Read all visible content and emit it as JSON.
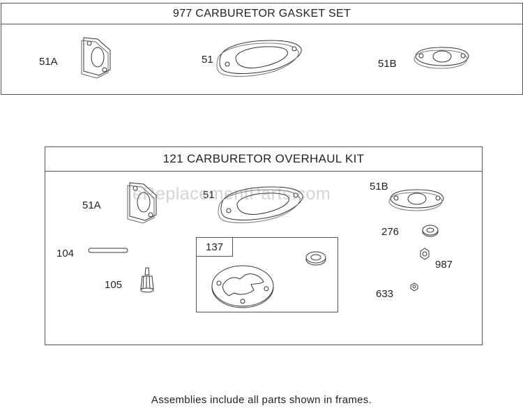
{
  "frames": {
    "gasket_set": {
      "title": "977 CARBURETOR GASKET SET"
    },
    "overhaul_kit": {
      "title": "121 CARBURETOR OVERHAUL KIT"
    },
    "subassembly": {
      "title": "137"
    }
  },
  "callouts": {
    "gasket_set": {
      "p51a": "51A",
      "p51": "51",
      "p51b": "51B"
    },
    "overhaul_kit": {
      "p51a": "51A",
      "p51": "51",
      "p51b": "51B",
      "p276": "276",
      "p104": "104",
      "p105": "105",
      "p987": "987",
      "p633": "633"
    }
  },
  "watermark": "eReplacementParts.com",
  "footer": "Assemblies include all parts shown in frames."
}
